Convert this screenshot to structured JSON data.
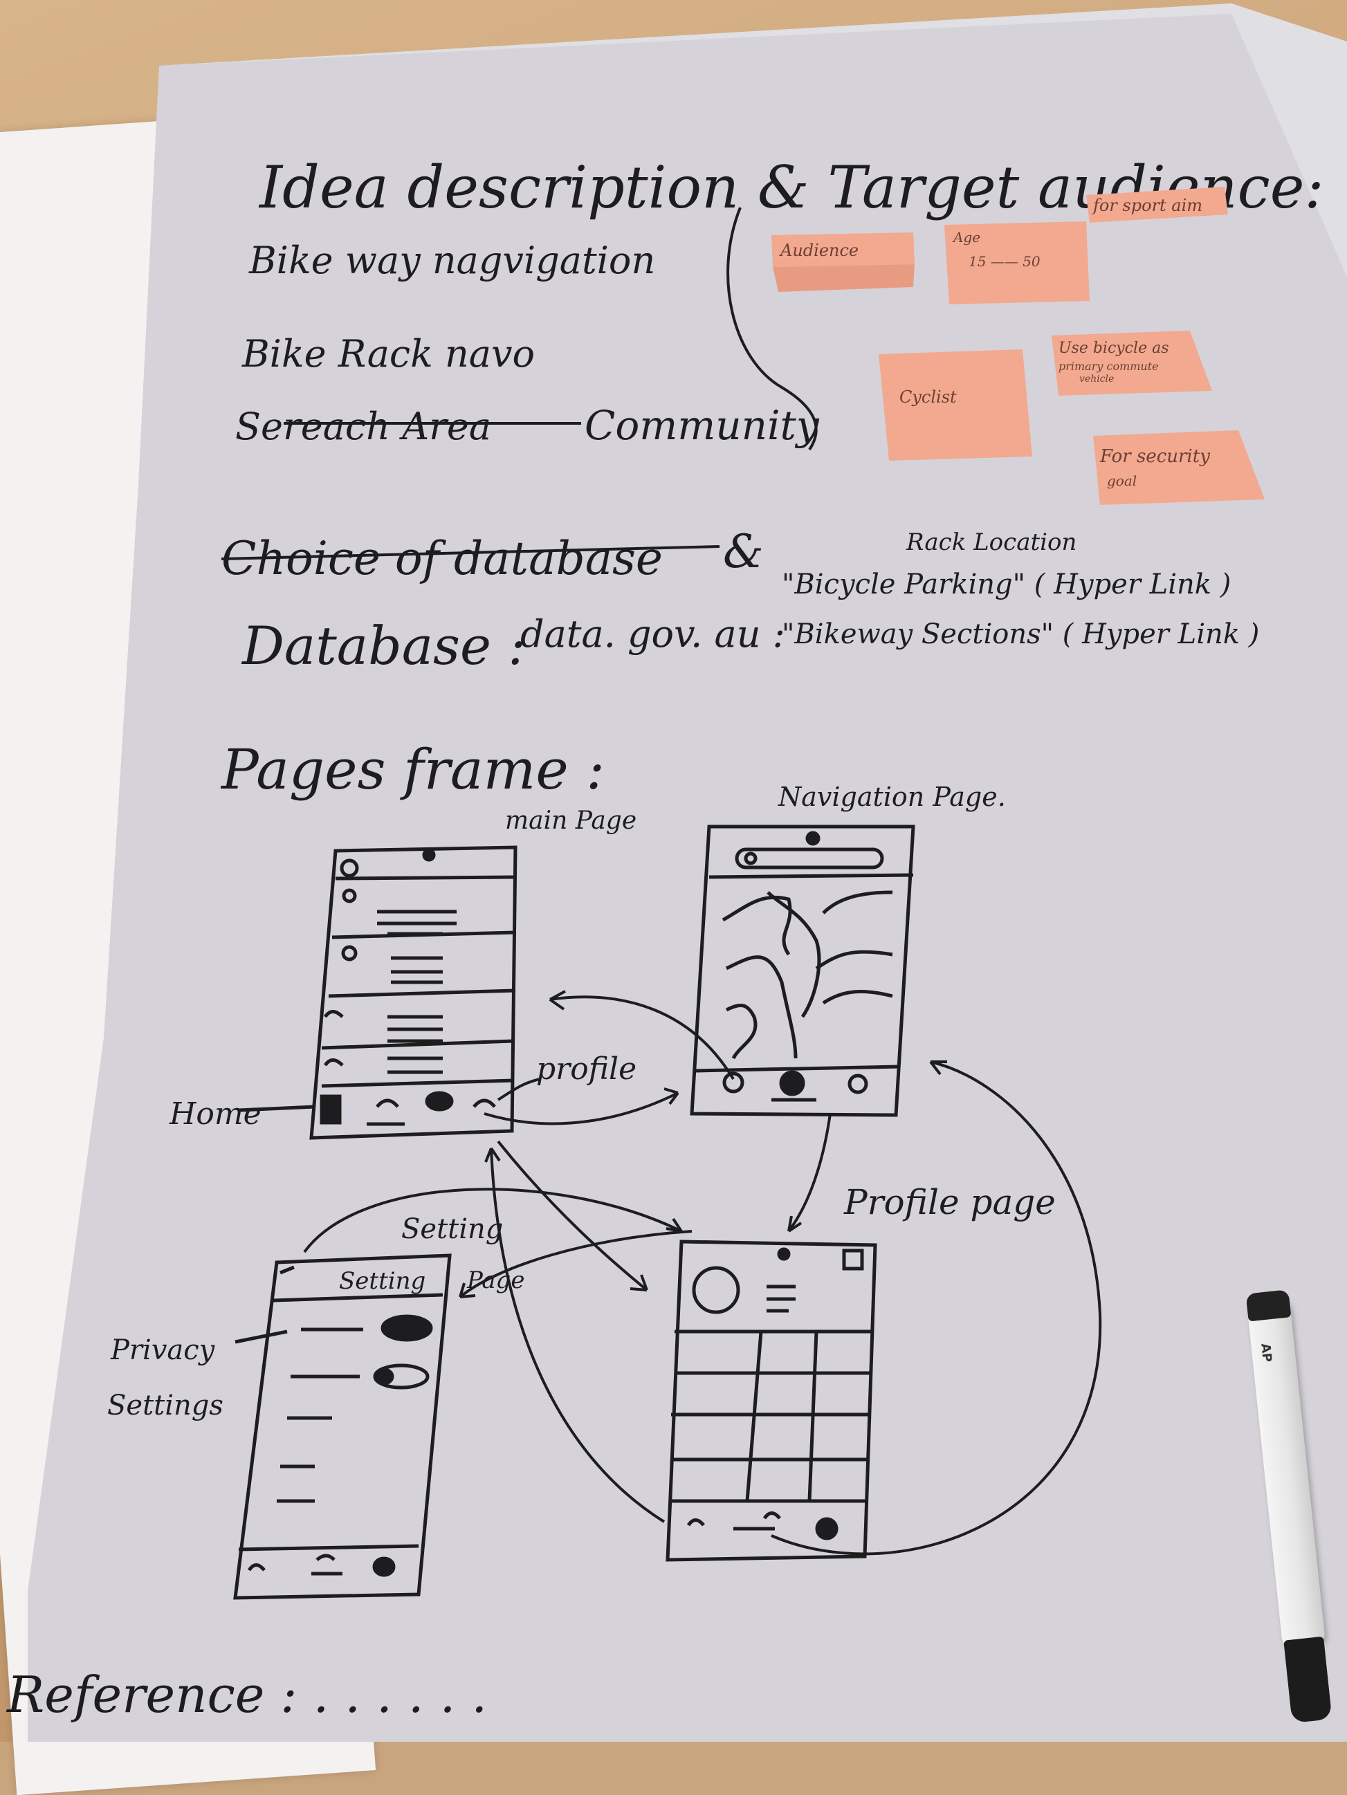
{
  "poster": {
    "title": "Idea description & Target audience:",
    "bullets": [
      "Bike way nagvigation",
      "Bike Rack navo",
      "Community"
    ],
    "bullet_struck": "Sereach Area",
    "database_struck": "Choice of database",
    "database_amp": "&",
    "database_label": "Database :",
    "database_source": "data. gov. au :",
    "rack_location": "Rack Location",
    "link_bicycle": "\"Bicycle Parking\" ( Hyper Link )",
    "link_bikeway": "\"Bikeway Sections\" ( Hyper Link )",
    "pages_title": "Pages frame :",
    "reference": "Reference : . . . . . ."
  },
  "stickies": {
    "audience": "Audience",
    "age_label": "Age",
    "age_range": "15 —— 50",
    "sport": "for sport aim",
    "cyclist": "Cyclist",
    "commute_line1": "Use bicycle as",
    "commute_line2": "primary commute",
    "commute_line3": "vehicle",
    "security_line1": "For security",
    "security_line2": "goal"
  },
  "wireframes": {
    "main_page": "main Page",
    "navigation_page": "Navigation Page.",
    "profile_page": "Profile page",
    "setting_page_line1": "Setting",
    "setting_page_line2": "Page",
    "setting_header": "Setting",
    "home_label": "Home",
    "profile_label": "profile",
    "privacy_line1": "Privacy",
    "privacy_line2": "Settings"
  },
  "marker": {
    "brand": "AP"
  },
  "colors": {
    "paper": "#d5d3d9",
    "ink": "#1d1d1f",
    "sticky": "#f2a98f",
    "desk": "#c9a57e"
  }
}
